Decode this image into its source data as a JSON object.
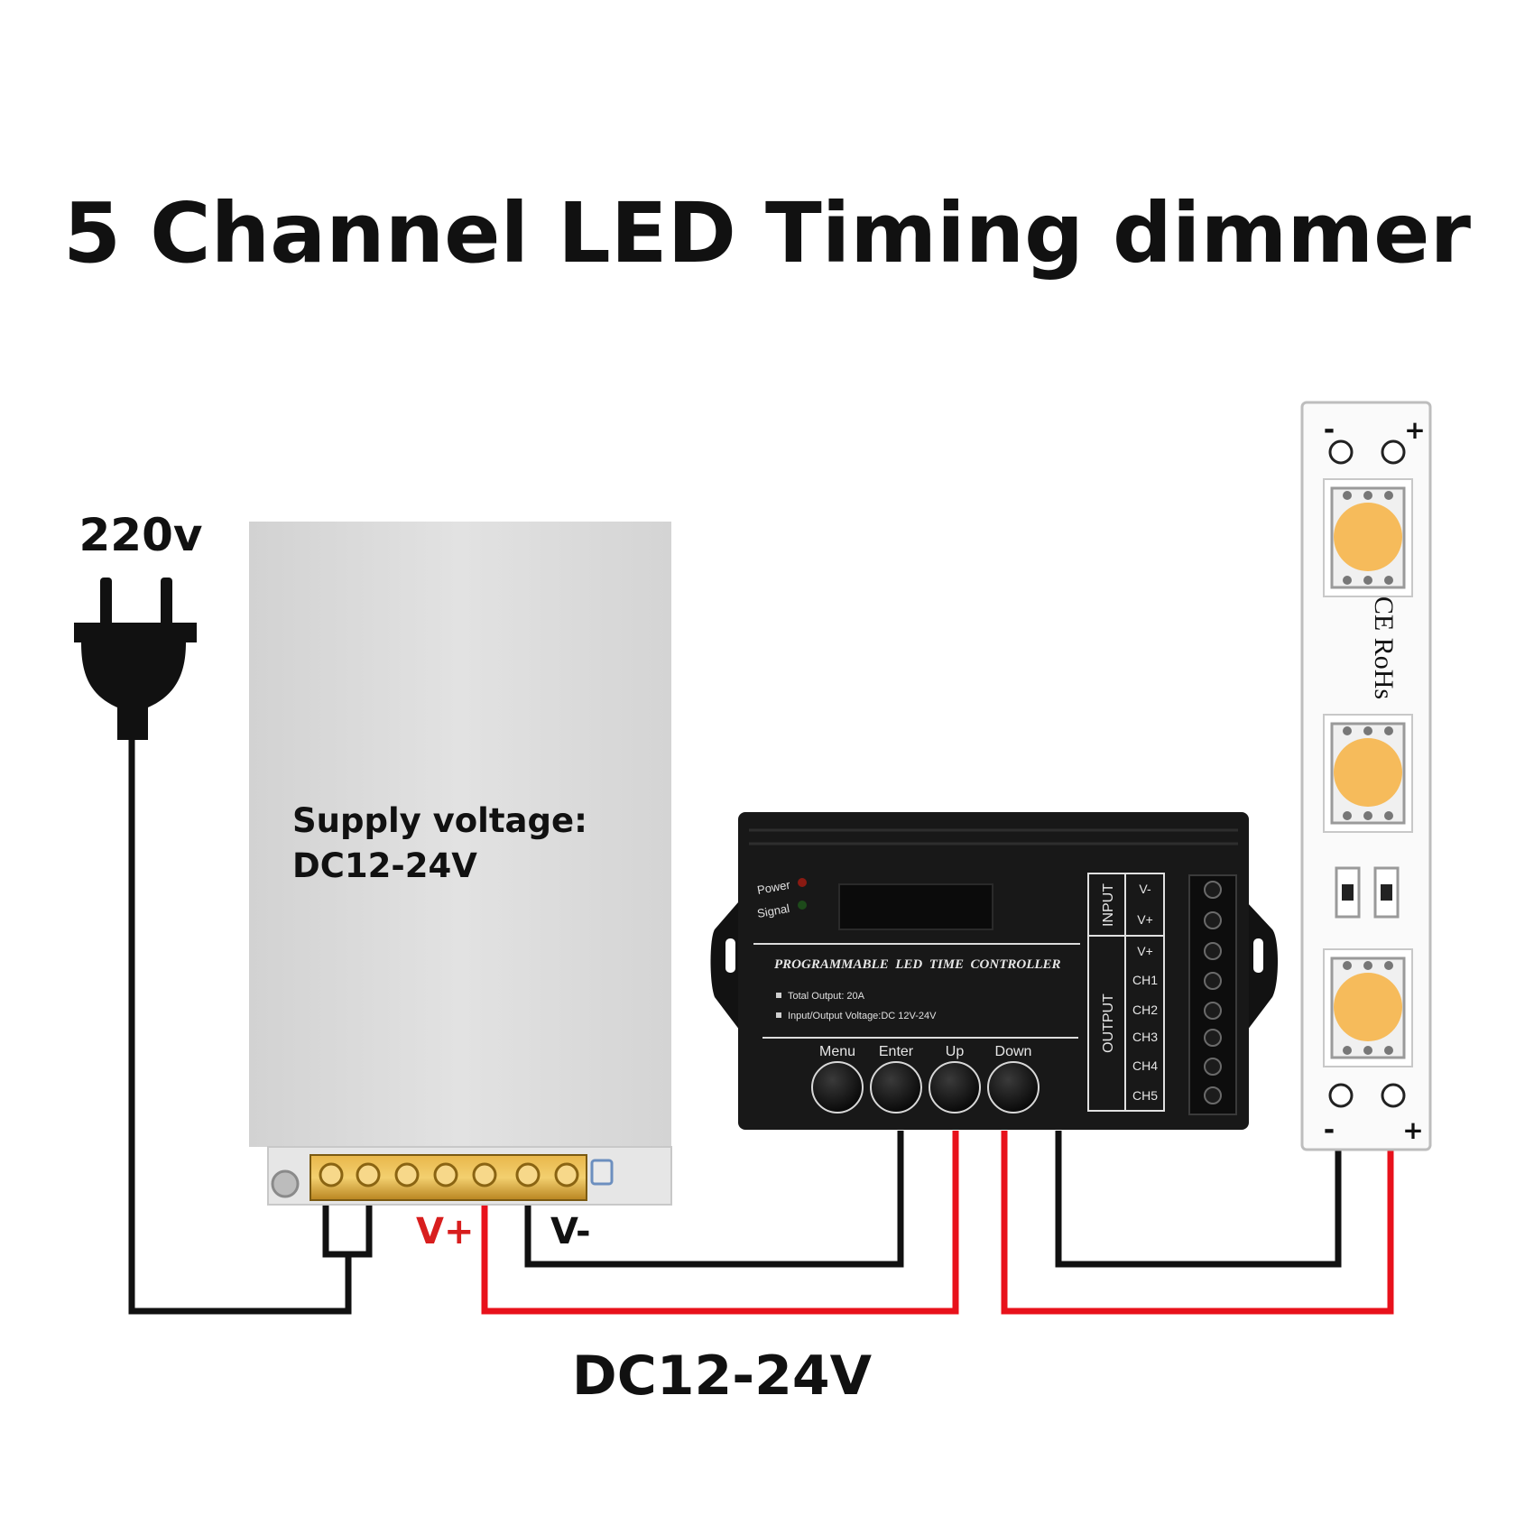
{
  "title": "5 Channel LED Timing dimmer",
  "plug": {
    "voltage_label": "220v"
  },
  "psu": {
    "supply_line1": "Supply voltage:",
    "supply_line2": "DC12-24V",
    "vplus_label": "V+",
    "vminus_label": "V-"
  },
  "controller": {
    "power_label": "Power",
    "signal_label": "Signal",
    "heading": "PROGRAMMABLE  LED  TIME  CONTROLLER",
    "spec1": "Total Output: 20A",
    "spec2": "Input/Output Voltage:DC 12V-24V",
    "buttons": [
      "Menu",
      "Enter",
      "Up",
      "Down"
    ],
    "input_label": "INPUT",
    "output_label": "OUTPUT",
    "terminals": [
      "V-",
      "V+",
      "V+",
      "CH1",
      "CH2",
      "CH3",
      "CH4",
      "CH5"
    ]
  },
  "strip": {
    "top_minus": "-",
    "top_plus": "+",
    "bottom_minus": "-",
    "bottom_plus": "+",
    "cert_text": "CE RoHs"
  },
  "bottom_voltage": "DC12-24V",
  "colors": {
    "wire_black": "#111111",
    "wire_red": "#e8111b",
    "vplus_text": "#d81e1e",
    "psu_body": "#dcdcdc",
    "led": "#f6bb5b",
    "controller": "#181818"
  }
}
